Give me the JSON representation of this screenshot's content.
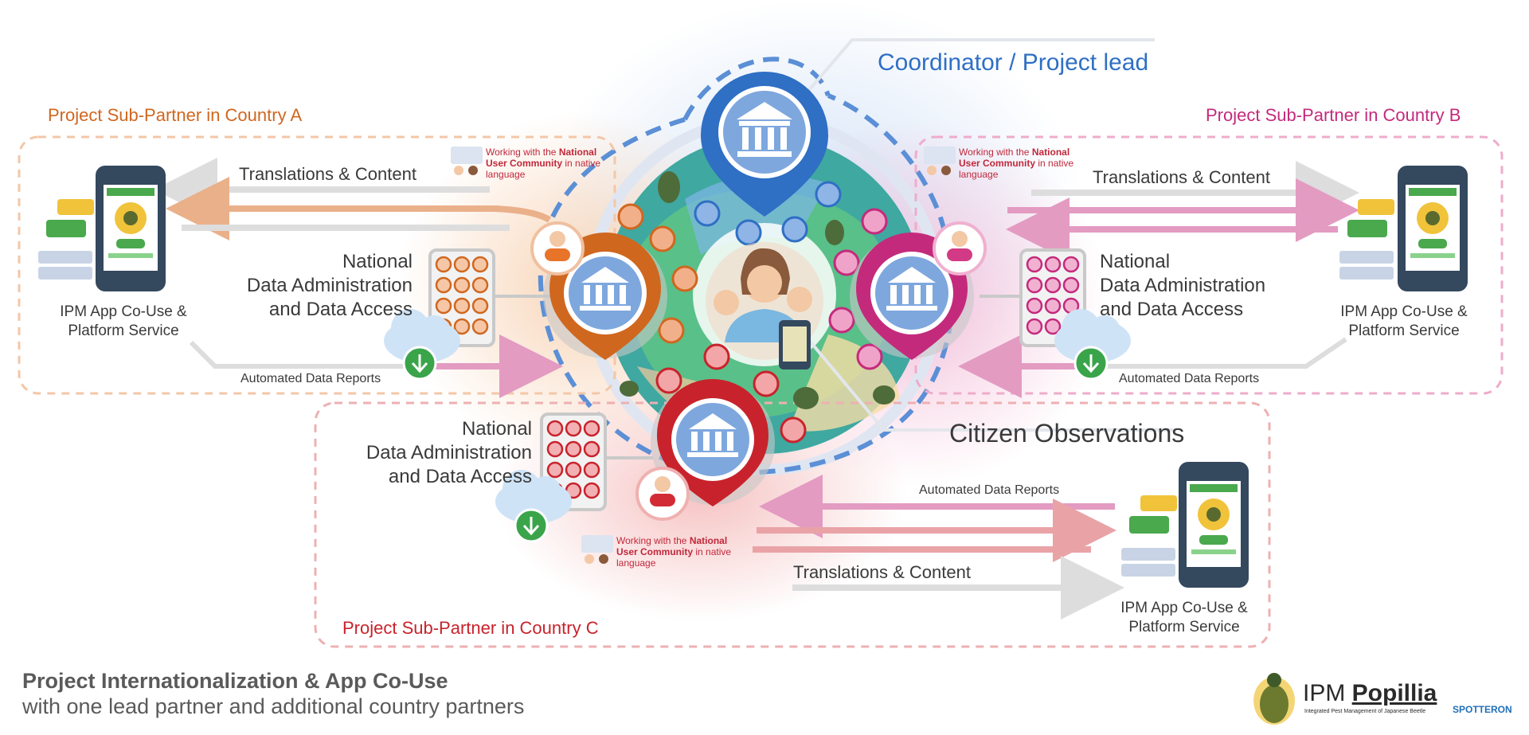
{
  "coordinator": "Coordinator / Project lead",
  "partners": {
    "a": {
      "title": "Project Sub-Partner in Country A",
      "flow_translations": "Translations & Content",
      "nda": [
        "National",
        "Data Administration",
        "and Data Access"
      ],
      "service": [
        "IPM App Co-Use &",
        "Platform Service"
      ],
      "reports": "Automated Data Reports",
      "note_pre": "Working with the ",
      "note_bold": "National User Community",
      "note_post": " in native language"
    },
    "b": {
      "title": "Project Sub-Partner in Country B",
      "flow_translations": "Translations & Content",
      "nda": [
        "National",
        "Data Administration",
        "and Data Access"
      ],
      "service": [
        "IPM App Co-Use &",
        "Platform Service"
      ],
      "reports": "Automated Data Reports",
      "note_pre": "Working with the ",
      "note_bold": "National User Community",
      "note_post": " in native language"
    },
    "c": {
      "title": "Project Sub-Partner in Country C",
      "flow_translations": "Translations & Content",
      "nda": [
        "National",
        "Data Administration",
        "and Data Access"
      ],
      "service": [
        "IPM App Co-Use &",
        "Platform Service"
      ],
      "reports": "Automated Data Reports",
      "note_pre": "Working with the ",
      "note_bold": "National User Community",
      "note_post": " in native language"
    }
  },
  "citizen": "Citizen Observations",
  "footer": {
    "title": "Project Internationalization & App Co-Use",
    "subtitle": "with one lead partner and additional country partners"
  },
  "brand": {
    "ipm": "IPM ",
    "popillia": "Popillia",
    "tagline": "Integrated Pest Management of Japanese Beetle",
    "spotteron": "SPOTTERON"
  },
  "colors": {
    "coordinator": "#2f6fc4",
    "partner_a": "#d0671f",
    "partner_b": "#c42a7c",
    "partner_c": "#c8232c",
    "download": "#3aa44a"
  }
}
